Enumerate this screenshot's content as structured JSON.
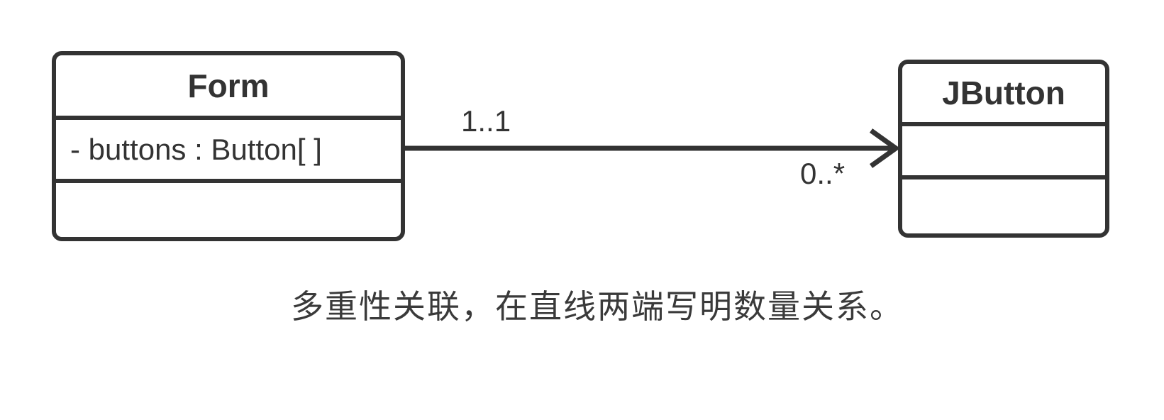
{
  "diagram": {
    "type": "uml-class-diagram",
    "classes": {
      "form": {
        "name": "Form",
        "attribute": "- buttons : Button[ ]"
      },
      "jbutton": {
        "name": "JButton"
      }
    },
    "association": {
      "source_multiplicity": "1..1",
      "target_multiplicity": "0..*",
      "direction": "form-to-jbutton"
    },
    "caption": "多重性关联，在直线两端写明数量关系。"
  },
  "colors": {
    "stroke": "#333333",
    "text": "#333333",
    "background": "#ffffff"
  }
}
